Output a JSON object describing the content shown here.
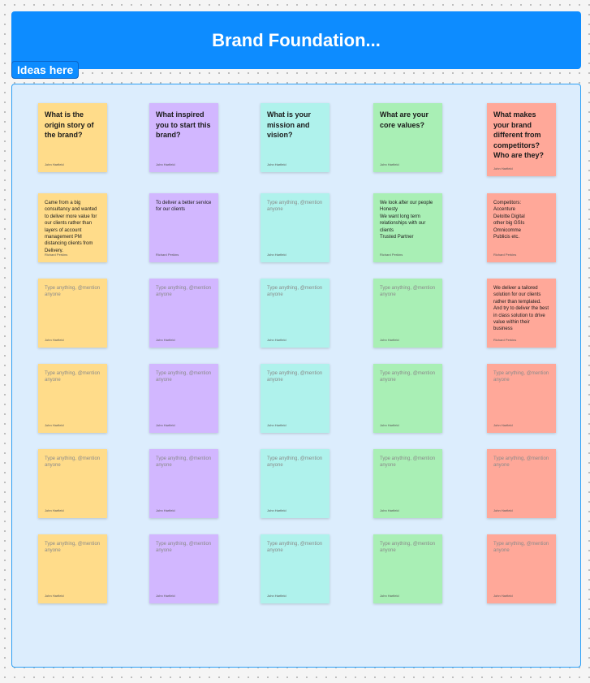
{
  "board": {
    "title": "Brand Foundation...",
    "section_label": "Ideas here"
  },
  "colors": {
    "banner": "#0d8cff",
    "section_bg": "#dcedfd",
    "section_border": "#2ea0f5",
    "yellow": "#ffdc8a",
    "purple": "#d2b7ff",
    "teal": "#aff2ec",
    "green": "#a9efb5",
    "red": "#ffa899"
  },
  "columns": [
    {
      "color": "yellow",
      "notes": [
        {
          "text": "What is the origin story of the brand?",
          "author": "John Harfield",
          "header": true
        },
        {
          "text": "Came from a big consultancy and wanted to deliver more value for our clients rather than layers of account management PM distancing clients from Delivery.",
          "author": "Richard Perkins"
        },
        {
          "text": "Type anything, @mention anyone",
          "author": "John Harfield",
          "placeholder": true
        },
        {
          "text": "Type anything, @mention anyone",
          "author": "John Harfield",
          "placeholder": true
        },
        {
          "text": "Type anything, @mention anyone",
          "author": "John Harfield",
          "placeholder": true
        },
        {
          "text": "Type anything, @mention anyone",
          "author": "John Harfield",
          "placeholder": true
        }
      ]
    },
    {
      "color": "purple",
      "notes": [
        {
          "text": "What inspired you to start this brand?",
          "author": "John Harfield",
          "header": true
        },
        {
          "text": "To deliver a better service for our clients",
          "author": "Richard Perkins"
        },
        {
          "text": "Type anything, @mention anyone",
          "author": "John Harfield",
          "placeholder": true
        },
        {
          "text": "Type anything, @mention anyone",
          "author": "John Harfield",
          "placeholder": true
        },
        {
          "text": "Type anything, @mention anyone",
          "author": "John Harfield",
          "placeholder": true
        },
        {
          "text": "Type anything, @mention anyone",
          "author": "John Harfield",
          "placeholder": true
        }
      ]
    },
    {
      "color": "teal",
      "notes": [
        {
          "text": "What is your mission and vision?",
          "author": "John Harfield",
          "header": true
        },
        {
          "text": "Type anything, @mention anyone",
          "author": "John Harfield",
          "placeholder": true
        },
        {
          "text": "Type anything, @mention anyone",
          "author": "John Harfield",
          "placeholder": true
        },
        {
          "text": "Type anything, @mention anyone",
          "author": "John Harfield",
          "placeholder": true
        },
        {
          "text": "Type anything, @mention anyone",
          "author": "John Harfield",
          "placeholder": true
        },
        {
          "text": "Type anything, @mention anyone",
          "author": "John Harfield",
          "placeholder": true
        }
      ]
    },
    {
      "color": "green",
      "notes": [
        {
          "text": "What are your core values?",
          "author": "John Harfield",
          "header": true
        },
        {
          "text": "We look after our people\nHonesty\nWe want long term relationships with our clients\nTrusted Partner",
          "author": "Richard Perkins"
        },
        {
          "text": "Type anything, @mention anyone",
          "author": "John Harfield",
          "placeholder": true
        },
        {
          "text": "Type anything, @mention anyone",
          "author": "John Harfield",
          "placeholder": true
        },
        {
          "text": "Type anything, @mention anyone",
          "author": "John Harfield",
          "placeholder": true
        },
        {
          "text": "Type anything, @mention anyone",
          "author": "John Harfield",
          "placeholder": true
        }
      ]
    },
    {
      "color": "red",
      "notes": [
        {
          "text": "What makes your brand different from competitors? Who are they?",
          "author": "John Harfield",
          "header": true
        },
        {
          "text": "Competitors:\nAccenture\nDeloitte Digital\nother big GSIs\nOmnicomme\nPublicis etc.",
          "author": "Richard Perkins"
        },
        {
          "text": "We deliver a tailored solution for our clients rather than templated. And try to deliver the best in class solution to drive value within their business",
          "author": "Richard Perkins"
        },
        {
          "text": "Type anything, @mention anyone",
          "author": "John Harfield",
          "placeholder": true
        },
        {
          "text": "Type anything, @mention anyone",
          "author": "John Harfield",
          "placeholder": true
        },
        {
          "text": "Type anything, @mention anyone",
          "author": "John Harfield",
          "placeholder": true
        }
      ]
    }
  ]
}
